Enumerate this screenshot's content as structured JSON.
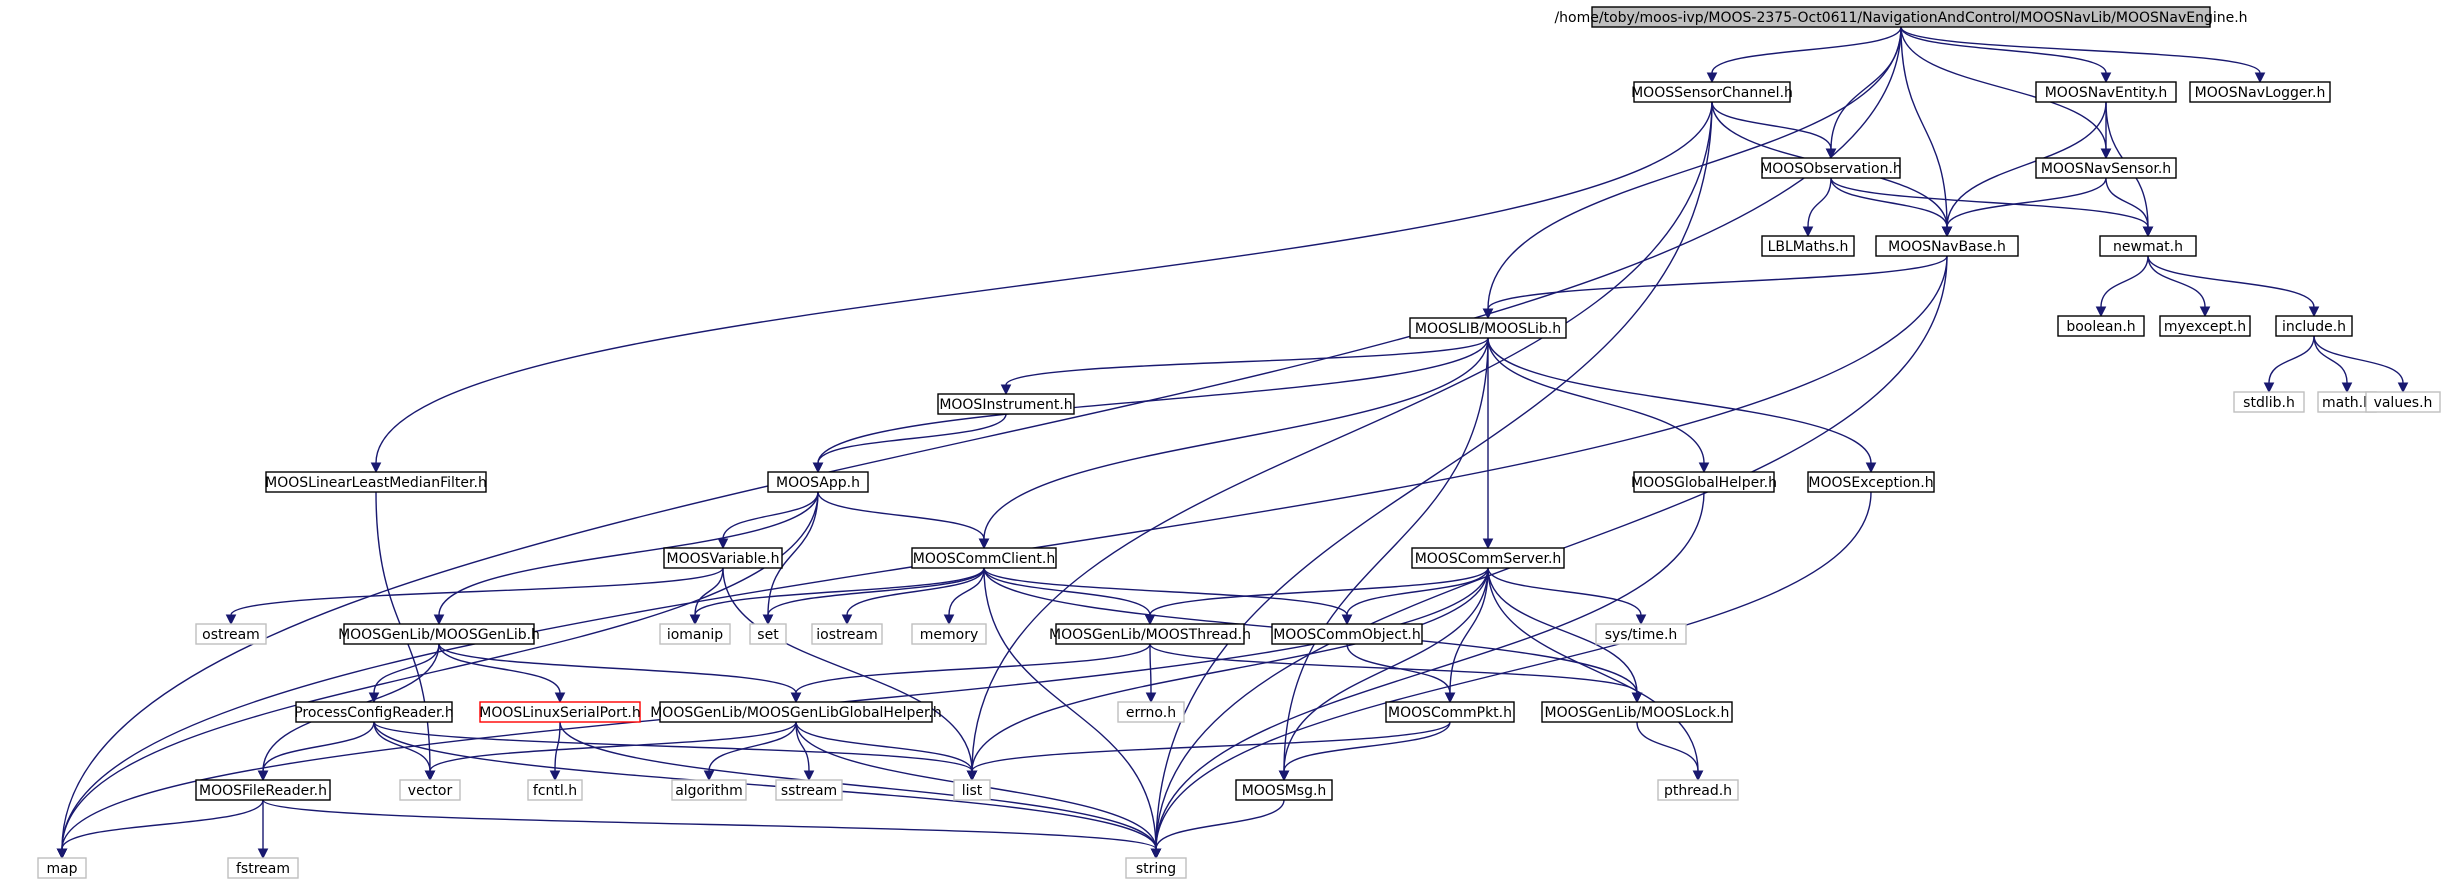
{
  "nodes": [
    {
      "id": "root",
      "label": "/home/toby/moos-ivp/MOOS-2375-Oct0611/NavigationAndControl/MOOSNavLib/MOOSNavEngine.h",
      "kind": "root"
    },
    {
      "id": "sensorch",
      "label": "MOOSSensorChannel.h",
      "kind": "doc"
    },
    {
      "id": "naventity",
      "label": "MOOSNavEntity.h",
      "kind": "doc"
    },
    {
      "id": "navlogger",
      "label": "MOOSNavLogger.h",
      "kind": "doc"
    },
    {
      "id": "observation",
      "label": "MOOSObservation.h",
      "kind": "doc"
    },
    {
      "id": "navsensor",
      "label": "MOOSNavSensor.h",
      "kind": "doc"
    },
    {
      "id": "lblmaths",
      "label": "LBLMaths.h",
      "kind": "doc"
    },
    {
      "id": "navbase",
      "label": "MOOSNavBase.h",
      "kind": "doc"
    },
    {
      "id": "newmat",
      "label": "newmat.h",
      "kind": "doc"
    },
    {
      "id": "mooslib",
      "label": "MOOSLIB/MOOSLib.h",
      "kind": "doc"
    },
    {
      "id": "boolean",
      "label": "boolean.h",
      "kind": "doc"
    },
    {
      "id": "myexcept",
      "label": "myexcept.h",
      "kind": "doc"
    },
    {
      "id": "include",
      "label": "include.h",
      "kind": "doc"
    },
    {
      "id": "stdlib",
      "label": "stdlib.h",
      "kind": "sys"
    },
    {
      "id": "math",
      "label": "math.h",
      "kind": "sys"
    },
    {
      "id": "values",
      "label": "values.h",
      "kind": "sys"
    },
    {
      "id": "instrument",
      "label": "MOOSInstrument.h",
      "kind": "doc"
    },
    {
      "id": "linfilter",
      "label": "MOOSLinearLeastMedianFilter.h",
      "kind": "doc"
    },
    {
      "id": "moosapp",
      "label": "MOOSApp.h",
      "kind": "doc"
    },
    {
      "id": "globalhelper",
      "label": "MOOSGlobalHelper.h",
      "kind": "doc"
    },
    {
      "id": "exception",
      "label": "MOOSException.h",
      "kind": "doc"
    },
    {
      "id": "variable",
      "label": "MOOSVariable.h",
      "kind": "doc"
    },
    {
      "id": "commclient",
      "label": "MOOSCommClient.h",
      "kind": "doc"
    },
    {
      "id": "commserver",
      "label": "MOOSCommServer.h",
      "kind": "doc"
    },
    {
      "id": "ostream",
      "label": "ostream",
      "kind": "sys"
    },
    {
      "id": "genlib",
      "label": "MOOSGenLib/MOOSGenLib.h",
      "kind": "doc"
    },
    {
      "id": "iomanip",
      "label": "iomanip",
      "kind": "sys"
    },
    {
      "id": "set",
      "label": "set",
      "kind": "sys"
    },
    {
      "id": "iostream",
      "label": "iostream",
      "kind": "sys"
    },
    {
      "id": "memory",
      "label": "memory",
      "kind": "sys"
    },
    {
      "id": "thread",
      "label": "MOOSGenLib/MOOSThread.h",
      "kind": "doc"
    },
    {
      "id": "commobject",
      "label": "MOOSCommObject.h",
      "kind": "doc"
    },
    {
      "id": "systime",
      "label": "sys/time.h",
      "kind": "sys"
    },
    {
      "id": "errno",
      "label": "errno.h",
      "kind": "sys"
    },
    {
      "id": "configreader",
      "label": "ProcessConfigReader.h",
      "kind": "doc"
    },
    {
      "id": "serialport",
      "label": "MOOSLinuxSerialPort.h",
      "kind": "red"
    },
    {
      "id": "genlibglobal",
      "label": "MOOSGenLib/MOOSGenLibGlobalHelper.h",
      "kind": "doc"
    },
    {
      "id": "commpkt",
      "label": "MOOSCommPkt.h",
      "kind": "doc"
    },
    {
      "id": "lock",
      "label": "MOOSGenLib/MOOSLock.h",
      "kind": "doc"
    },
    {
      "id": "vector",
      "label": "vector",
      "kind": "sys"
    },
    {
      "id": "fcntl",
      "label": "fcntl.h",
      "kind": "sys"
    },
    {
      "id": "algorithm",
      "label": "algorithm",
      "kind": "sys"
    },
    {
      "id": "sstream",
      "label": "sstream",
      "kind": "sys"
    },
    {
      "id": "list",
      "label": "list",
      "kind": "sys"
    },
    {
      "id": "moosmsg",
      "label": "MOOSMsg.h",
      "kind": "doc"
    },
    {
      "id": "pthread",
      "label": "pthread.h",
      "kind": "sys"
    },
    {
      "id": "filereader",
      "label": "MOOSFileReader.h",
      "kind": "doc"
    },
    {
      "id": "map",
      "label": "map",
      "kind": "sys"
    },
    {
      "id": "fstream",
      "label": "fstream",
      "kind": "sys"
    },
    {
      "id": "string",
      "label": "string",
      "kind": "sys"
    }
  ],
  "edges": [
    [
      "root",
      "map"
    ],
    [
      "root",
      "sensorch"
    ],
    [
      "root",
      "mooslib"
    ],
    [
      "root",
      "observation"
    ],
    [
      "root",
      "navbase"
    ],
    [
      "root",
      "naventity"
    ],
    [
      "root",
      "navsensor"
    ],
    [
      "root",
      "navlogger"
    ],
    [
      "sensorch",
      "linfilter"
    ],
    [
      "sensorch",
      "list"
    ],
    [
      "sensorch",
      "observation"
    ],
    [
      "sensorch",
      "navbase"
    ],
    [
      "sensorch",
      "string"
    ],
    [
      "naventity",
      "navsensor"
    ],
    [
      "naventity",
      "navbase"
    ],
    [
      "naventity",
      "newmat"
    ],
    [
      "observation",
      "navbase"
    ],
    [
      "observation",
      "lblmaths"
    ],
    [
      "observation",
      "newmat"
    ],
    [
      "navsensor",
      "navbase"
    ],
    [
      "navsensor",
      "newmat"
    ],
    [
      "navbase",
      "map"
    ],
    [
      "navbase",
      "mooslib"
    ],
    [
      "navbase",
      "string"
    ],
    [
      "newmat",
      "boolean"
    ],
    [
      "newmat",
      "myexcept"
    ],
    [
      "newmat",
      "include"
    ],
    [
      "include",
      "stdlib"
    ],
    [
      "include",
      "math"
    ],
    [
      "include",
      "values"
    ],
    [
      "mooslib",
      "moosapp"
    ],
    [
      "mooslib",
      "instrument"
    ],
    [
      "mooslib",
      "commclient"
    ],
    [
      "mooslib",
      "commserver"
    ],
    [
      "mooslib",
      "globalhelper"
    ],
    [
      "mooslib",
      "exception"
    ],
    [
      "mooslib",
      "moosmsg"
    ],
    [
      "instrument",
      "moosapp"
    ],
    [
      "linfilter",
      "vector"
    ],
    [
      "moosapp",
      "map"
    ],
    [
      "moosapp",
      "variable"
    ],
    [
      "moosapp",
      "set"
    ],
    [
      "moosapp",
      "commclient"
    ],
    [
      "moosapp",
      "genlib"
    ],
    [
      "globalhelper",
      "string"
    ],
    [
      "exception",
      "string"
    ],
    [
      "variable",
      "ostream"
    ],
    [
      "variable",
      "iomanip"
    ],
    [
      "variable",
      "list"
    ],
    [
      "commclient",
      "iomanip"
    ],
    [
      "commclient",
      "set"
    ],
    [
      "commclient",
      "iostream"
    ],
    [
      "commclient",
      "memory"
    ],
    [
      "commclient",
      "string"
    ],
    [
      "commclient",
      "thread"
    ],
    [
      "commclient",
      "commobject"
    ],
    [
      "commclient",
      "lock"
    ],
    [
      "commserver",
      "map"
    ],
    [
      "commserver",
      "list"
    ],
    [
      "commserver",
      "thread"
    ],
    [
      "commserver",
      "commobject"
    ],
    [
      "commserver",
      "commpkt"
    ],
    [
      "commserver",
      "systime"
    ],
    [
      "commserver",
      "lock"
    ],
    [
      "commserver",
      "pthread"
    ],
    [
      "commserver",
      "moosmsg"
    ],
    [
      "genlib",
      "configreader"
    ],
    [
      "genlib",
      "serialport"
    ],
    [
      "genlib",
      "filereader"
    ],
    [
      "genlib",
      "genlibglobal"
    ],
    [
      "thread",
      "genlibglobal"
    ],
    [
      "thread",
      "errno"
    ],
    [
      "thread",
      "lock"
    ],
    [
      "commobject",
      "commpkt"
    ],
    [
      "configreader",
      "vector"
    ],
    [
      "configreader",
      "list"
    ],
    [
      "configreader",
      "filereader"
    ],
    [
      "configreader",
      "string"
    ],
    [
      "serialport",
      "fcntl"
    ],
    [
      "serialport",
      "string"
    ],
    [
      "genlibglobal",
      "vector"
    ],
    [
      "genlibglobal",
      "algorithm"
    ],
    [
      "genlibglobal",
      "sstream"
    ],
    [
      "genlibglobal",
      "list"
    ],
    [
      "genlibglobal",
      "string"
    ],
    [
      "commpkt",
      "list"
    ],
    [
      "commpkt",
      "moosmsg"
    ],
    [
      "lock",
      "pthread"
    ],
    [
      "moosmsg",
      "string"
    ],
    [
      "filereader",
      "map"
    ],
    [
      "filereader",
      "fstream"
    ],
    [
      "filereader",
      "string"
    ]
  ]
}
